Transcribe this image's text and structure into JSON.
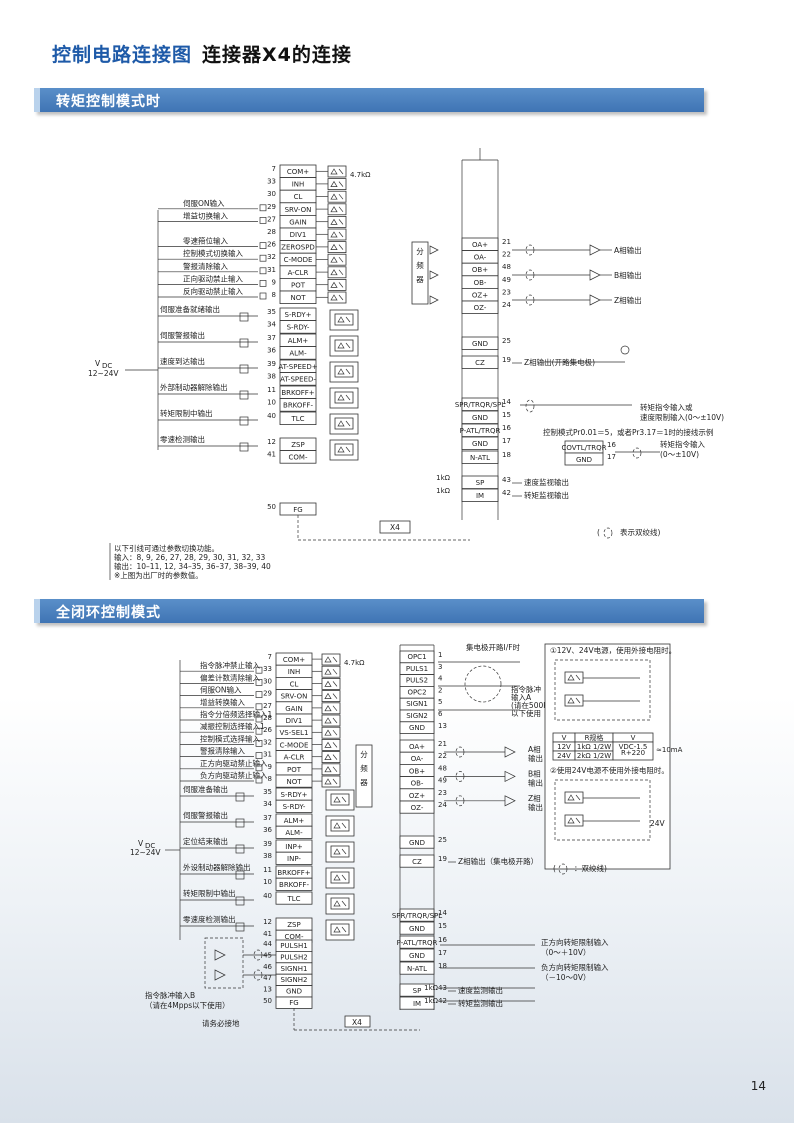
{
  "header": {
    "title": "控制电路连接图",
    "subtitle": "连接器X4的连接"
  },
  "section1": {
    "heading": "转矩控制模式时",
    "vdc_label": "V",
    "vdc_sub": "DC",
    "vdc_range": "12~24V",
    "res_label": "4.7kΩ",
    "inputs": [
      {
        "pin": "7",
        "sig": "COM+",
        "desc": ""
      },
      {
        "pin": "33",
        "sig": "INH",
        "desc": ""
      },
      {
        "pin": "30",
        "sig": "CL",
        "desc": ""
      },
      {
        "pin": "29",
        "sig": "SRV-ON",
        "desc": "伺服ON输入"
      },
      {
        "pin": "27",
        "sig": "GAIN",
        "desc": "增益切换输入"
      },
      {
        "pin": "28",
        "sig": "DIV1",
        "desc": ""
      },
      {
        "pin": "26",
        "sig": "ZEROSPD",
        "desc": "零速箝位输入"
      },
      {
        "pin": "32",
        "sig": "C-MODE",
        "desc": "控制模式切换输入"
      },
      {
        "pin": "31",
        "sig": "A-CLR",
        "desc": "警报清除输入"
      },
      {
        "pin": "9",
        "sig": "POT",
        "desc": "正向驱动禁止输入"
      },
      {
        "pin": "8",
        "sig": "NOT",
        "desc": "反向驱动禁止输入"
      }
    ],
    "outputs": [
      {
        "pins": [
          "35",
          "34"
        ],
        "sigs": [
          "S-RDY+",
          "S-RDY-"
        ],
        "desc": "伺服准备就绪输出"
      },
      {
        "pins": [
          "37",
          "36"
        ],
        "sigs": [
          "ALM+",
          "ALM-"
        ],
        "desc": "伺服警报输出"
      },
      {
        "pins": [
          "39",
          "38"
        ],
        "sigs": [
          "AT-SPEED+",
          "AT-SPEED-"
        ],
        "desc": "速度到达输出"
      },
      {
        "pins": [
          "11",
          "10"
        ],
        "sigs": [
          "BRKOFF+",
          "BRKOFF-"
        ],
        "desc": "外部制动器解除输出"
      },
      {
        "pins": [
          "40",
          ""
        ],
        "sigs": [
          "TLC",
          ""
        ],
        "desc": "转矩限制中输出"
      },
      {
        "pins": [
          "12",
          "41"
        ],
        "sigs": [
          "ZSP",
          "COM-"
        ],
        "desc": "零速检测输出"
      }
    ],
    "fg": {
      "pin": "50",
      "sig": "FG"
    },
    "x4": "X4",
    "divider_label": [
      "分",
      "频",
      "器"
    ],
    "encoder_out": [
      {
        "pins": [
          "21",
          "22"
        ],
        "sigs": [
          "OA+",
          "OA-"
        ],
        "desc": "A相输出"
      },
      {
        "pins": [
          "48",
          "49"
        ],
        "sigs": [
          "OB+",
          "OB-"
        ],
        "desc": "B相输出"
      },
      {
        "pins": [
          "23",
          "24"
        ],
        "sigs": [
          "OZ+",
          "OZ-"
        ],
        "desc": "Z相输出"
      }
    ],
    "right_pins": [
      {
        "pin": "25",
        "sig": "GND"
      },
      {
        "pin": "19",
        "sig": "CZ",
        "desc": "Z相输出(开路集电极)"
      },
      {
        "pin": "14",
        "sig": "SPR/TRQR/SPL"
      },
      {
        "pin": "15",
        "sig": "GND"
      },
      {
        "pin": "16",
        "sig": "P-ATL/TRQR"
      },
      {
        "pin": "17",
        "sig": "GND"
      },
      {
        "pin": "18",
        "sig": "N-ATL"
      },
      {
        "pin": "43",
        "sig": "SP",
        "desc": "速度监视输出"
      },
      {
        "pin": "42",
        "sig": "IM",
        "desc": "转矩监视输出"
      }
    ],
    "torque_cmd": [
      "转矩指令输入或",
      "速度限制输入(0～±10V)"
    ],
    "ctrl_example": "控制模式Pr0.01＝5，或者Pr3.17＝1时的接线示例",
    "covtl": {
      "sig1": "COVTL/TRQR",
      "pin1": "16",
      "sig2": "GND",
      "pin2": "17",
      "desc1": "转矩指令输入",
      "desc2": "(0～±10V)"
    },
    "twisted_note": "表示双绞线)",
    "twisted_open": "(",
    "res1k": "1kΩ",
    "notes": [
      "以下引线可通过参数切换功能。",
      "输入：8, 9, 26, 27, 28, 29, 30, 31, 32, 33",
      "输出：10–11, 12, 34–35, 36–37, 38–39, 40",
      "※上图为出厂时的参数值。"
    ]
  },
  "section2": {
    "heading": "全闭环控制模式",
    "vdc_label": "V",
    "vdc_sub": "DC",
    "vdc_range": "12~24V",
    "res_label": "4.7kΩ",
    "inputs": [
      {
        "pin": "7",
        "sig": "COM+",
        "desc": ""
      },
      {
        "pin": "33",
        "sig": "INH",
        "desc": "指令脉冲禁止输入"
      },
      {
        "pin": "30",
        "sig": "CL",
        "desc": "偏差计数清除输入"
      },
      {
        "pin": "29",
        "sig": "SRV-ON",
        "desc": "伺服ON输入"
      },
      {
        "pin": "27",
        "sig": "GAIN",
        "desc": "增益转换输入"
      },
      {
        "pin": "28",
        "sig": "DIV1",
        "desc": "指令分倍频选择输入1"
      },
      {
        "pin": "26",
        "sig": "VS-SEL1",
        "desc": "减振控制选择输入1"
      },
      {
        "pin": "32",
        "sig": "C-MODE",
        "desc": "控制模式选择输入"
      },
      {
        "pin": "31",
        "sig": "A-CLR",
        "desc": "警报清除输入"
      },
      {
        "pin": "9",
        "sig": "POT",
        "desc": "正方向驱动禁止输入"
      },
      {
        "pin": "8",
        "sig": "NOT",
        "desc": "负方向驱动禁止输入"
      }
    ],
    "outputs": [
      {
        "pins": [
          "35",
          "34"
        ],
        "sigs": [
          "S-RDY+",
          "S-RDY-"
        ],
        "desc": "伺服准备输出"
      },
      {
        "pins": [
          "37",
          "36"
        ],
        "sigs": [
          "ALM+",
          "ALM-"
        ],
        "desc": "伺服警报输出"
      },
      {
        "pins": [
          "39",
          "38"
        ],
        "sigs": [
          "INP+",
          "INP-"
        ],
        "desc": "定位结束输出"
      },
      {
        "pins": [
          "11",
          "10"
        ],
        "sigs": [
          "BRKOFF+",
          "BRKOFF-"
        ],
        "desc": "外设制动器解除输出"
      },
      {
        "pins": [
          "40",
          ""
        ],
        "sigs": [
          "TLC",
          ""
        ],
        "desc": "转矩限制中输出"
      },
      {
        "pins": [
          "12",
          "41"
        ],
        "sigs": [
          "ZSP",
          "COM-"
        ],
        "desc": "零速度检测输出"
      }
    ],
    "pulse_in": [
      {
        "pin": "1",
        "sig": "OPC1"
      },
      {
        "pin": "3",
        "sig": "PULS1"
      },
      {
        "pin": "4",
        "sig": "PULS2"
      },
      {
        "pin": "2",
        "sig": "OPC2"
      },
      {
        "pin": "5",
        "sig": "SIGN1"
      },
      {
        "pin": "6",
        "sig": "SIGN2"
      },
      {
        "pin": "13",
        "sig": "GND"
      }
    ],
    "open_collector": "集电极开路I/F时",
    "pulse_in_a": [
      "指令脉冲",
      "输入A",
      "(请在500kpps",
      "以下使用"
    ],
    "divider_label": [
      "分",
      "频",
      "器"
    ],
    "encoder_out": [
      {
        "pins": [
          "21",
          "22"
        ],
        "sigs": [
          "OA+",
          "OA-"
        ],
        "desc": "A相输出"
      },
      {
        "pins": [
          "48",
          "49"
        ],
        "sigs": [
          "OB+",
          "OB-"
        ],
        "desc": "B相输出"
      },
      {
        "pins": [
          "23",
          "24"
        ],
        "sigs": [
          "OZ+",
          "OZ-"
        ],
        "desc": "Z相输出"
      }
    ],
    "right_pins": [
      {
        "pin": "25",
        "sig": "GND"
      },
      {
        "pin": "19",
        "sig": "CZ",
        "desc": "Z相输出（集电极开路）"
      },
      {
        "pin": "14",
        "sig": "SPR/TRQR/SPL"
      },
      {
        "pin": "15",
        "sig": "GND"
      },
      {
        "pin": "16",
        "sig": "P-ATL/TRQR"
      },
      {
        "pin": "17",
        "sig": "GND"
      },
      {
        "pin": "18",
        "sig": "N-ATL"
      },
      {
        "pin": "43",
        "sig": "SP",
        "desc": "速度监测输出"
      },
      {
        "pin": "42",
        "sig": "IM",
        "desc": "转矩监测输出"
      }
    ],
    "pos_torque": [
      "正方向转矩限制输入",
      "（0～＋10V）"
    ],
    "neg_torque": [
      "负方向转矩限制输入",
      "（－10～0V）"
    ],
    "pulse_b": [
      {
        "pin": "44",
        "sig": "PULSH1"
      },
      {
        "pin": "45",
        "sig": "PULSH2"
      },
      {
        "pin": "46",
        "sig": "SIGNH1"
      },
      {
        "pin": "47",
        "sig": "SIGNH2"
      },
      {
        "pin": "13",
        "sig": "GND"
      },
      {
        "pin": "50",
        "sig": "FG"
      }
    ],
    "pulse_b_desc": [
      "指令脉冲输入B",
      "（请在4Mpps以下使用）"
    ],
    "ground_note": "请务必接地",
    "x4": "X4",
    "box1_title": "①12V、24V电源，使用外接电阻时。",
    "box1_table": {
      "h": [
        "V",
        "R规格",
        "V"
      ],
      "r1": [
        "12V",
        "1kΩ 1/2W"
      ],
      "r2": [
        "24V",
        "2kΩ 1/2W"
      ],
      "formula": "R+220",
      "formula_top": "VDC-1.5",
      "formula_r": "≈10mA"
    },
    "box2_title": "②使用24V电源不使用外接电阻时。",
    "box2_label": "24V",
    "twisted_note": "：双绞线)",
    "twisted_open": "("
  },
  "page_number": "14"
}
